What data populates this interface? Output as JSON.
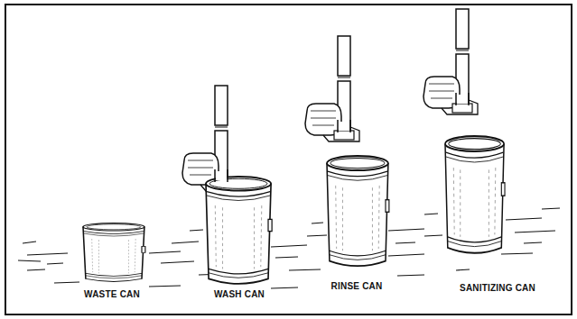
{
  "diagram": {
    "labels": [
      "WASTE CAN",
      "WASH CAN",
      "RINSE CAN",
      "SANITIZING CAN"
    ]
  }
}
